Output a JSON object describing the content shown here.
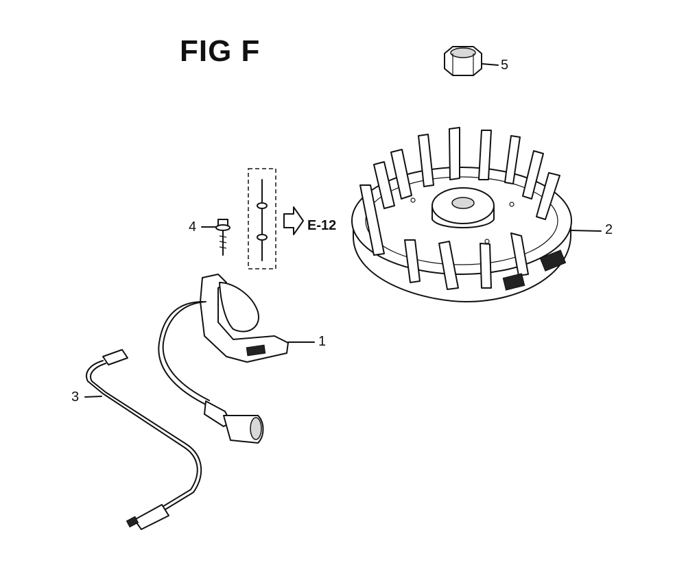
{
  "figure": {
    "title": "FIG F",
    "reference": "E-12"
  },
  "callouts": [
    {
      "number": "1",
      "part": "ignition-coil"
    },
    {
      "number": "2",
      "part": "flywheel"
    },
    {
      "number": "3",
      "part": "stop-wire"
    },
    {
      "number": "4",
      "part": "bolt"
    },
    {
      "number": "5",
      "part": "flange-nut"
    }
  ]
}
